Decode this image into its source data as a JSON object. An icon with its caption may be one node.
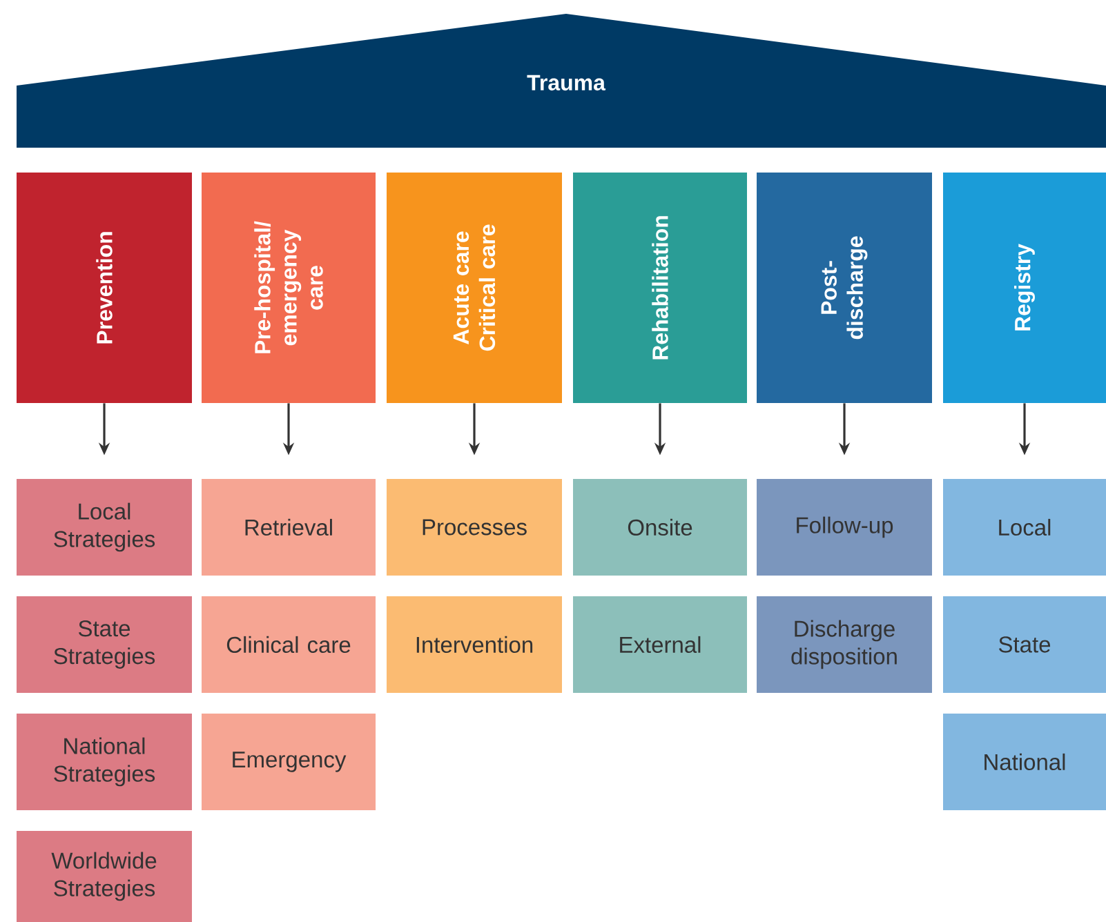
{
  "diagram": {
    "nodes": [
      {
        "text": [
          "Trauma"
        ]
      },
      {
        "text": [
          "Prevention"
        ]
      },
      {
        "text": [
          "Pre-hospital/ emergency care"
        ]
      },
      {
        "text": [
          "Acute care Critical care"
        ]
      },
      {
        "text": [
          "Rehabilitation"
        ]
      },
      {
        "text": [
          "Post- discharge"
        ]
      },
      {
        "text": [
          "Registry"
        ]
      },
      {
        "text": [
          "Local Strategies"
        ]
      },
      {
        "text": [
          "State Strategies"
        ]
      },
      {
        "text": [
          "National Strategies"
        ]
      },
      {
        "text": [
          "Worldwide Strategies"
        ]
      },
      {
        "text": [
          "Retrieval"
        ]
      },
      {
        "text": [
          "Clinical care"
        ]
      },
      {
        "text": [
          "Emergency"
        ]
      },
      {
        "text": [
          "Processes"
        ]
      },
      {
        "text": [
          "Intervention"
        ]
      },
      {
        "text": [
          "Onsite"
        ]
      },
      {
        "text": [
          "External"
        ]
      },
      {
        "text": [
          "Follow-up"
        ]
      },
      {
        "text": [
          "Discharge disposition"
        ]
      },
      {
        "text": [
          "Local"
        ]
      },
      {
        "text": [
          "State"
        ]
      },
      {
        "text": [
          "National"
        ]
      }
    ],
    "edges": [
      {
        "from": 1,
        "to": 7,
        "arrow": "to"
      },
      {
        "from": 2,
        "to": 11,
        "arrow": "to"
      },
      {
        "from": 3,
        "to": 14,
        "arrow": "to"
      },
      {
        "from": 4,
        "to": 16,
        "arrow": "to"
      },
      {
        "from": 5,
        "to": 18,
        "arrow": "to"
      },
      {
        "from": 6,
        "to": 20,
        "arrow": "to"
      }
    ]
  }
}
